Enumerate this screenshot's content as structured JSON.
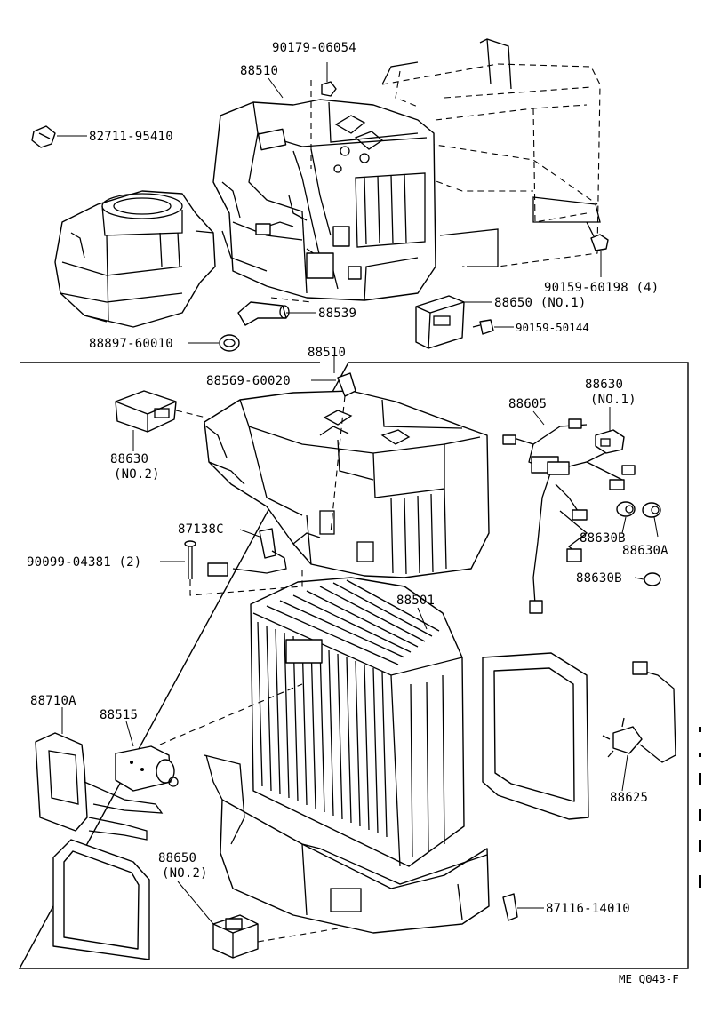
{
  "labels": {
    "p_90179_06054": "90179-06054",
    "p_88510_top": "88510",
    "p_82711_95410": "82711-95410",
    "p_90159_60198": "90159-60198 (4)",
    "p_88650_no1": "88650 (NO.1)",
    "p_88539": "88539",
    "p_90159_50144": "90159-50144",
    "p_88897_60010": "88897-60010",
    "p_88510_box": "88510",
    "p_88569_60020": "88569-60020",
    "p_88630_no1_num": "88630",
    "p_88630_no1_sub": "(NO.1)",
    "p_88605": "88605",
    "p_88630_no2_num": "88630",
    "p_88630_no2_sub": "(NO.2)",
    "p_87138c": "87138C",
    "p_90099_04381": "90099-04381 (2)",
    "p_88630b_1": "88630B",
    "p_88630a": "88630A",
    "p_88630b_2": "88630B",
    "p_88501": "88501",
    "p_88710a": "88710A",
    "p_88515": "88515",
    "p_88625": "88625",
    "p_88650_no2_num": "88650",
    "p_88650_no2_sub": "(NO.2)",
    "p_87116_14010": "87116-14010"
  },
  "footer": {
    "code": "ME Q043-F"
  }
}
